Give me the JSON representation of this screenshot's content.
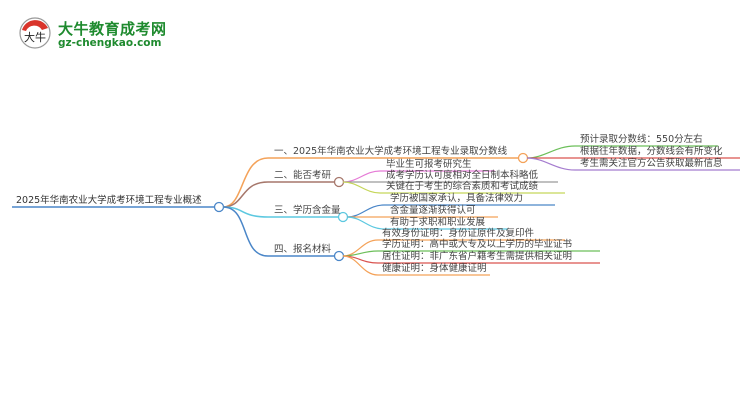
{
  "logo": {
    "title": "大牛教育成考网",
    "url": "gz-chengkao.com",
    "mark_text": "大牛",
    "brand_color": "#1e8a2e"
  },
  "mindmap": {
    "root": "2025年华南农业大学成考环境工程专业概述",
    "branches": [
      {
        "label": "一、2025年华南农业大学成考环境工程专业录取分数线",
        "color": "#f4a259",
        "children": [
          {
            "label": "预计录取分数线：550分左右",
            "color": "#6cbf5a"
          },
          {
            "label": "根据往年数据，分数线会有所变化",
            "color": "#d9534f"
          },
          {
            "label": "考生需关注官方公告获取最新信息",
            "color": "#a57ccf"
          }
        ]
      },
      {
        "label": "二、能否考研",
        "color": "#a6776b",
        "children": [
          {
            "label": "毕业生可报考研究生",
            "color": "#e57bd6"
          },
          {
            "label": "成考学历认可度相对全日制本科略低",
            "color": "#9a9a9a"
          },
          {
            "label": "关键在于考生的综合素质和考试成绩",
            "color": "#c5d65a"
          }
        ]
      },
      {
        "label": "三、学历含金量",
        "color": "#5cc8e0",
        "children": [
          {
            "label": "学历被国家承认，具备法律效力",
            "color": "#4a86c8"
          },
          {
            "label": "含金量逐渐获得认可",
            "color": "#f4a259"
          },
          {
            "label": "有助于求职和职业发展",
            "color": "#5cc8e0"
          }
        ]
      },
      {
        "label": "四、报名材料",
        "color": "#4a86c8",
        "children": [
          {
            "label": "有效身份证明：身份证原件及复印件",
            "color": "#f4a259"
          },
          {
            "label": "学历证明：高中或大专及以上学历的毕业证书",
            "color": "#6cbf5a"
          },
          {
            "label": "居住证明：非广东省户籍考生需提供相关证明",
            "color": "#d9534f"
          },
          {
            "label": "健康证明：身体健康证明",
            "color": "#f4a259"
          }
        ]
      }
    ]
  }
}
